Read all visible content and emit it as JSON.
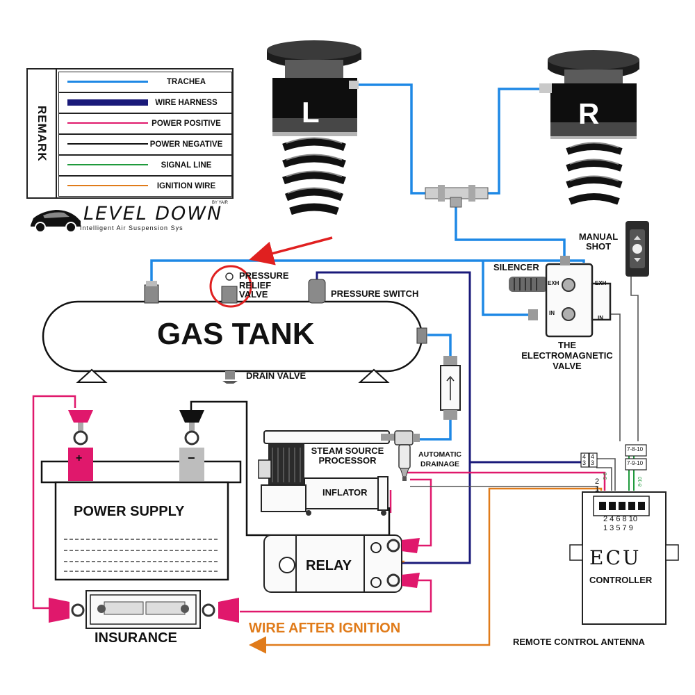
{
  "remark": {
    "title": "REMARK",
    "items": [
      {
        "label": "TRACHEA",
        "color": "#1e88e5"
      },
      {
        "label": "WIRE HARNESS",
        "color": "#1a1a7a"
      },
      {
        "label": "POWER POSITIVE",
        "color": "#e0186c"
      },
      {
        "label": "POWER NEGATIVE",
        "color": "#111111"
      },
      {
        "label": "SIGNAL LINE",
        "color": "#1f9a3c"
      },
      {
        "label": "IGNITION WIRE",
        "color": "#e07b1a"
      }
    ]
  },
  "logo": {
    "title": "LEVEL DOWN",
    "subtitle": "Intelligent Air Suspension Sys",
    "by": "BY YAIR"
  },
  "shocks": {
    "left": "L",
    "right": "R"
  },
  "labels": {
    "manual_shot": "MANUAL SHOT",
    "silencer": "SILENCER",
    "pressure_relief_valve": "PRESSURE RELIEF VALVE",
    "pressure_switch": "PRESSURE SWITCH",
    "gas_tank": "GAS TANK",
    "drain_valve": "DRAIN VALVE",
    "electromagnetic_valve": "THE ELECTROMAGNETIC VALVE",
    "exh": "EXH",
    "in": "IN",
    "steam_source_processor": "STEAM SOURCE PROCESSOR",
    "automatic_drainage": "AUTOMATIC DRAINAGE",
    "inflator": "INFLATOR",
    "power_supply": "POWER SUPPLY",
    "relay": "RELAY",
    "insurance": "INSURANCE",
    "wire_after_ignition": "WIRE AFTER IGNITION",
    "remote_control_antenna": "REMOTE CONTROL ANTENNA",
    "ecu": "ECU",
    "controller": "CONTROLLER",
    "pin_top": "2 4 6 8 10",
    "pin_bottom": "1 3 5 7 9",
    "pin_2": "2",
    "pin_1": "1",
    "plus": "+",
    "minus": "−",
    "conn_4": "4",
    "conn_3": "3",
    "conn_7_8_10": "7-8-10",
    "conn_7_9_10": "7-9-10",
    "wire_56": "5-6",
    "wire_810": "8-10"
  }
}
